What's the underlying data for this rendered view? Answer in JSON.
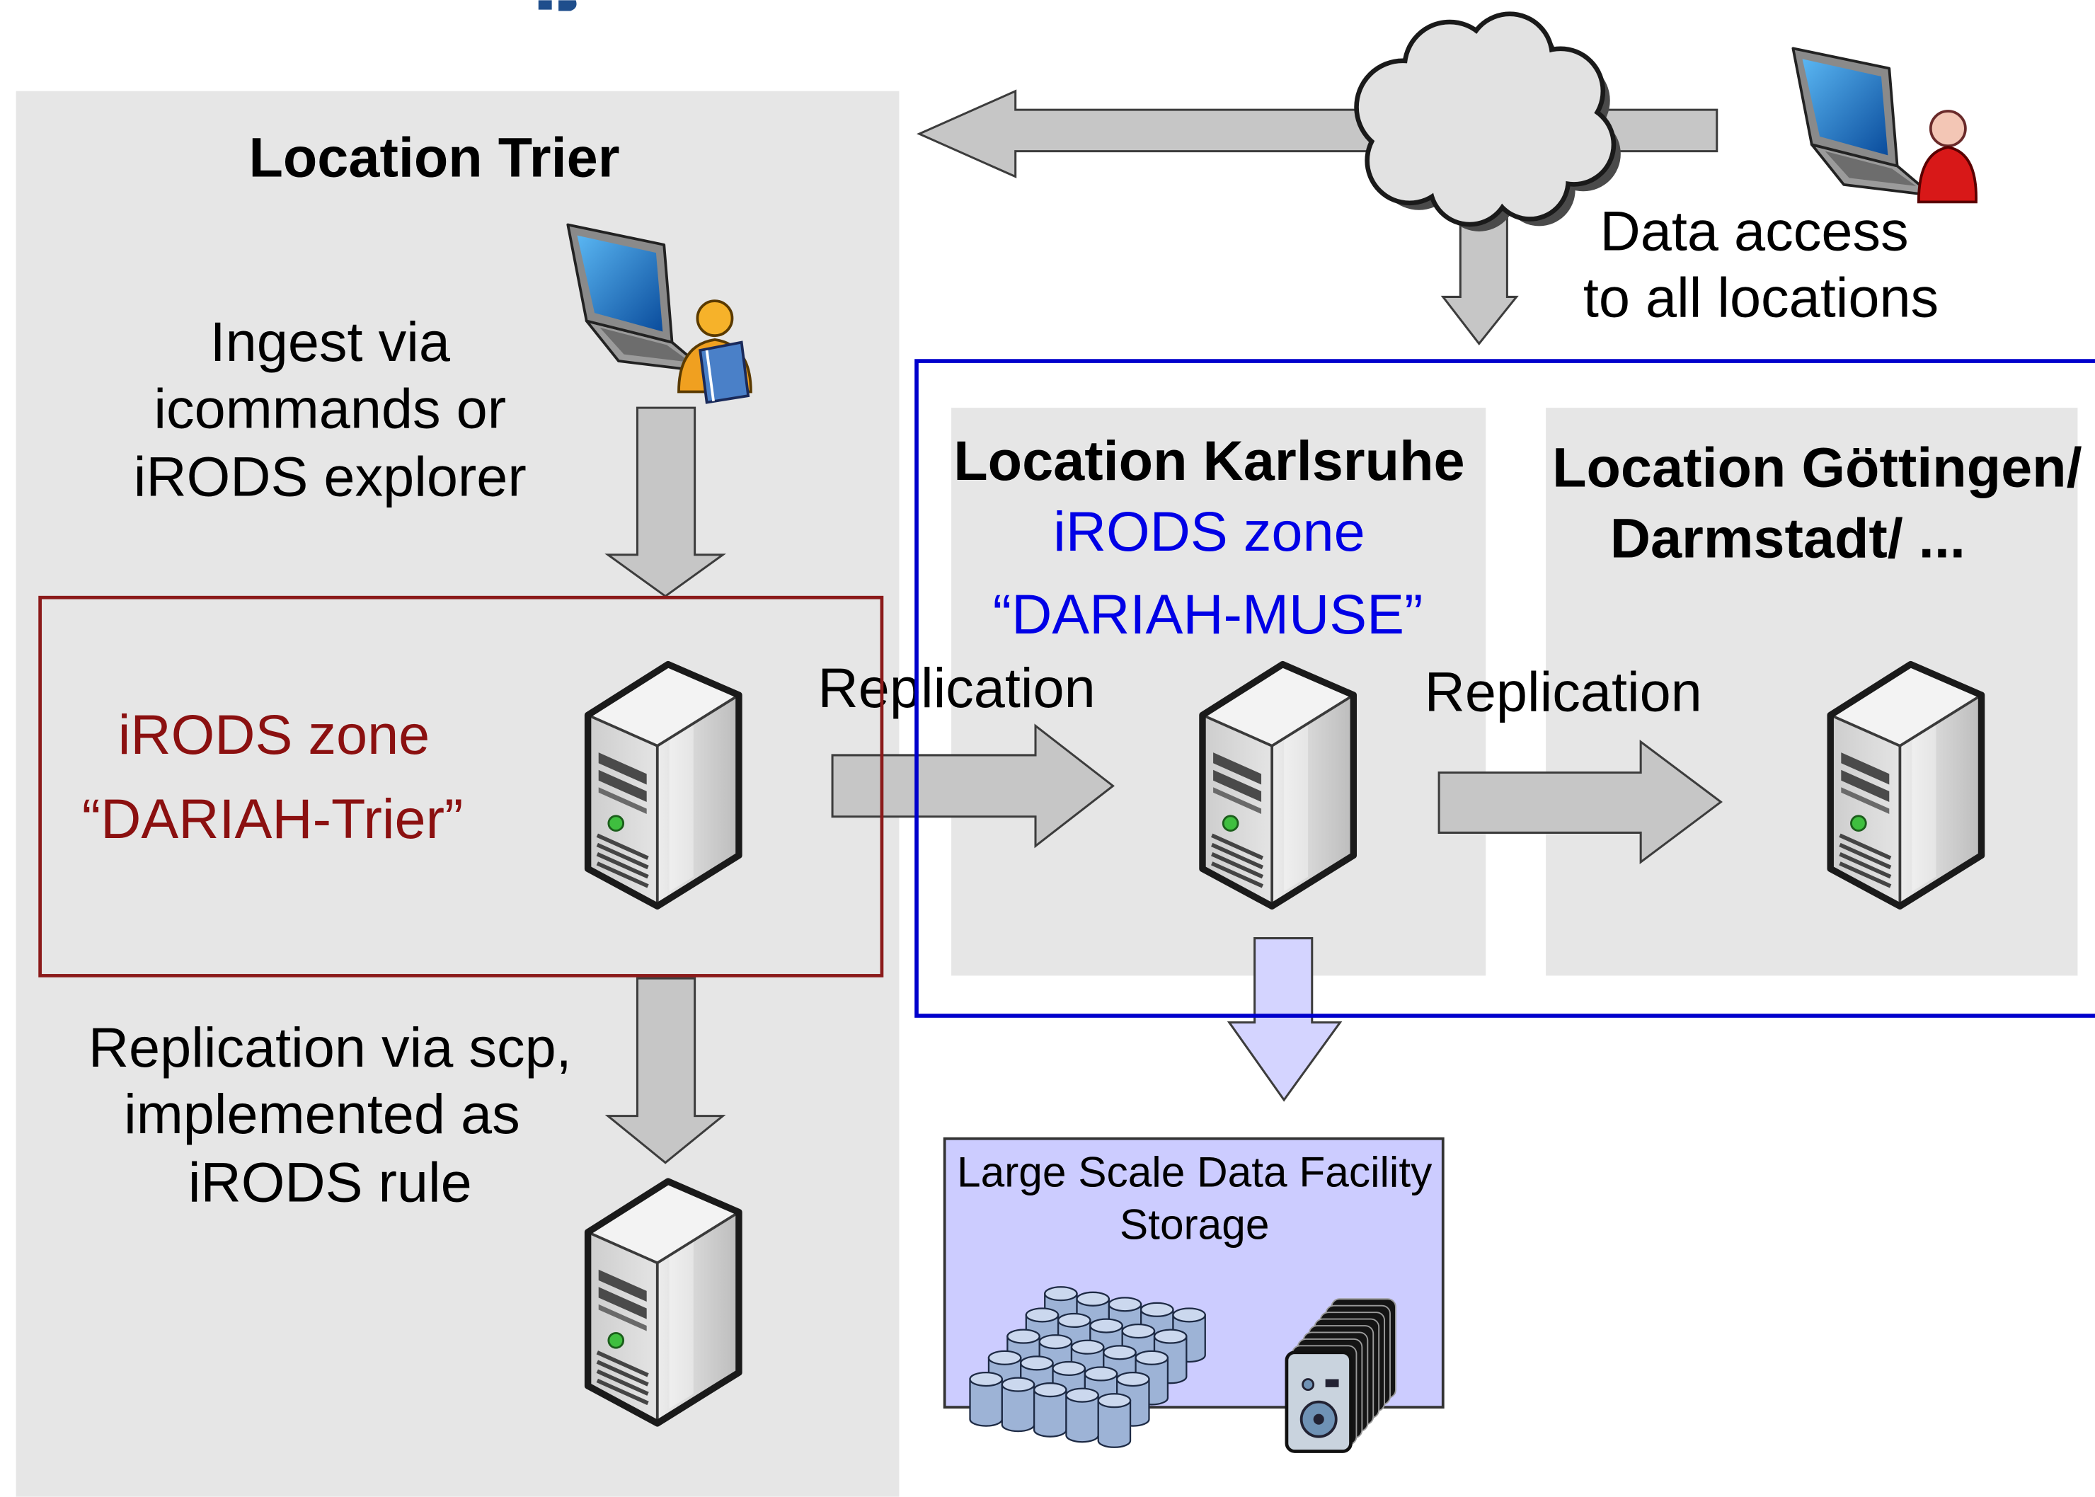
{
  "trier": {
    "title": "Location Trier",
    "ingest_lines": [
      "Ingest via",
      "icommands or",
      "iRODS explorer"
    ],
    "zone_label": "iRODS zone",
    "zone_name": "“DARIAH-Trier”",
    "replication_lines": [
      "Replication via scp,",
      "implemented as",
      "iRODS rule"
    ]
  },
  "data_access": {
    "lines": [
      "Data access",
      "to all locations"
    ]
  },
  "karlsruhe": {
    "title": "Location Karlsruhe",
    "zone_label": "iRODS zone",
    "zone_name": "“DARIAH-MUSE”"
  },
  "goettingen": {
    "title_lines": [
      "Location Göttingen/",
      "Darmstadt/ ..."
    ]
  },
  "replication": {
    "labels": [
      "Replication",
      "Replication"
    ]
  },
  "storage": {
    "lines": [
      "Large Scale Data Facility",
      "Storage"
    ]
  },
  "icons": {
    "trier_client": "laptop-user-book-icon",
    "remote_client": "laptop-user-icon",
    "network": "cloud-icon",
    "server": "server-icon",
    "disk_array": "disk-array-icon",
    "tape_library": "tape-library-icon"
  },
  "colors": {
    "panel": "#e6e6e6",
    "trier_zone_border": "#8b1a1a",
    "trier_zone_text": "#8b1010",
    "muse_zone_border": "#0000cc",
    "muse_zone_text": "#0000e6",
    "arrow": "#c6c6c6",
    "storage_arrow": "#d4d4ff",
    "storage_fill": "#ccccff"
  }
}
